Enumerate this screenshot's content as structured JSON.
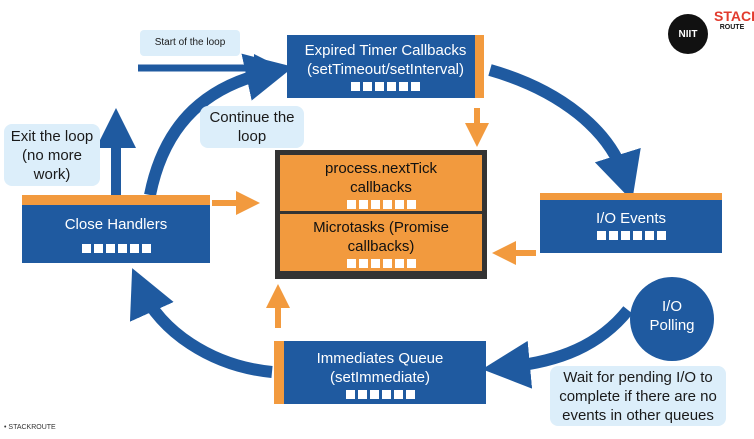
{
  "start_note": "Start of the loop",
  "exit_note": "Exit the loop (no more work)",
  "continue_note": "Continue the loop",
  "wait_note": "Wait for pending I/O to complete if there are no events in other queues",
  "timers": {
    "title": "Expired Timer Callbacks",
    "subtitle": "(setTimeout/setInterval)"
  },
  "io_events": {
    "title": "I/O Events"
  },
  "immediates": {
    "title": "Immediates Queue",
    "subtitle": "(setImmediate)"
  },
  "close_handlers": {
    "title": "Close Handlers"
  },
  "next_tick": {
    "title": "process.nextTick callbacks"
  },
  "microtasks": {
    "title": "Microtasks (Promise callbacks)"
  },
  "io_polling": {
    "title": "I/O Polling"
  },
  "logos": {
    "niit": "NIIT",
    "stack": "STACK",
    "route": "ROUTE"
  },
  "footer": "• STACKROUTE",
  "colors": {
    "blue": "#1f5aa0",
    "orange": "#f29a3e",
    "note_bg": "#dceefa",
    "dark": "#333333"
  }
}
